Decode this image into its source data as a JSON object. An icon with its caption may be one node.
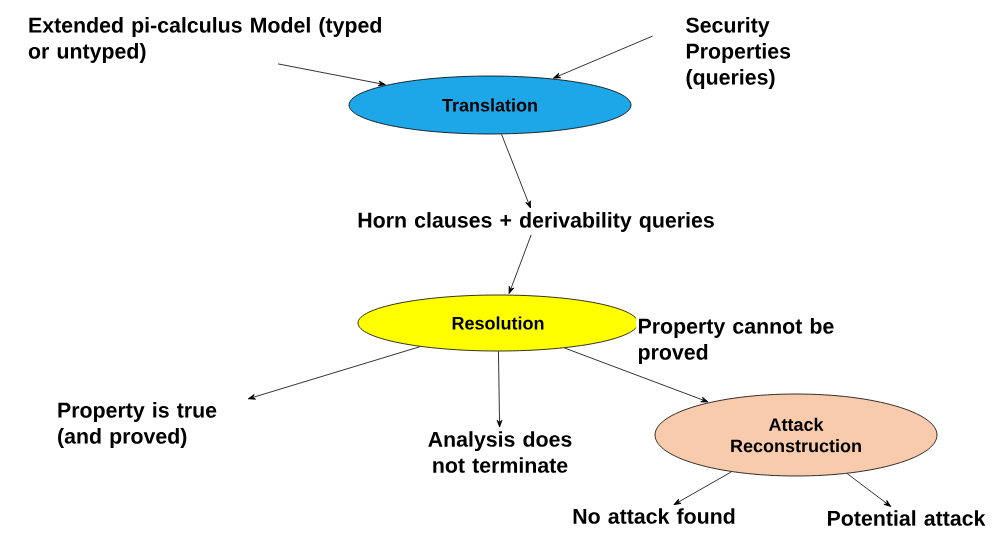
{
  "diagram": {
    "nodes": [
      {
        "text": [
          "Extended pi-calculus Model (typed or untyped)"
        ]
      },
      {
        "text": [
          "Security Properties (queries)"
        ]
      },
      {
        "text": [
          "Translation"
        ]
      },
      {
        "text": [
          "Horn clauses + derivability queries"
        ]
      },
      {
        "text": [
          "Resolution"
        ]
      },
      {
        "text": [
          "Property is true (and proved)"
        ]
      },
      {
        "text": [
          "Analysis does not terminate"
        ]
      },
      {
        "text": [
          "Attack Reconstruction"
        ]
      },
      {
        "text": [
          "No attack found"
        ]
      },
      {
        "text": [
          "Potential attack"
        ]
      }
    ],
    "edges": [
      {
        "from": 0,
        "to": 2,
        "arrow": "to"
      },
      {
        "from": 1,
        "to": 2,
        "arrow": "to"
      },
      {
        "from": 2,
        "to": 3,
        "arrow": "to"
      },
      {
        "from": 3,
        "to": 4,
        "arrow": "to"
      },
      {
        "from": 4,
        "to": 5,
        "arrow": "to"
      },
      {
        "from": 4,
        "to": 6,
        "arrow": "to"
      },
      {
        "from": 4,
        "to": 7,
        "arrow": "to",
        "label": "Property cannot be proved"
      },
      {
        "from": 7,
        "to": 8,
        "arrow": "to"
      },
      {
        "from": 7,
        "to": 9,
        "arrow": "to"
      }
    ]
  }
}
